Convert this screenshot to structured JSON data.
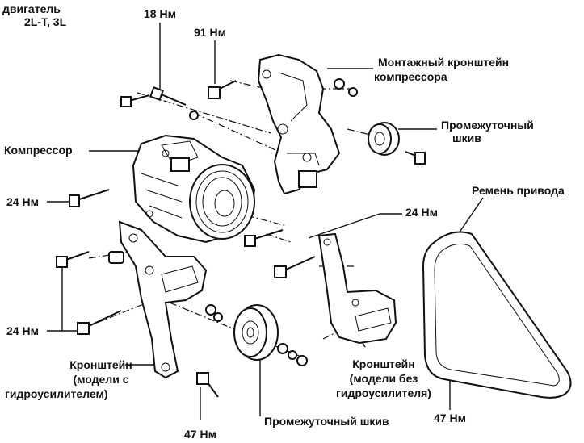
{
  "title": {
    "line1": "двигатель",
    "line2": "2L-T, 3L"
  },
  "torques": {
    "t18": "18 Нм",
    "t91": "91 Нм",
    "t24_left": "24 Нм",
    "t24_left_low": "24 Нм",
    "t24_right": "24 Нм",
    "t47_left": "47 Нм",
    "t47_right": "47 Нм"
  },
  "labels": {
    "compressor": "Компрессор",
    "mount_bracket_1": "Монтажный кронштейн",
    "mount_bracket_2": "компрессора",
    "idler_top_1": "Промежуточный",
    "idler_top_2": "шкив",
    "belt": "Ремень привода",
    "bracket_ps_1": "Кронштейн",
    "bracket_ps_2": "(модели с",
    "bracket_ps_3": "гидроусилителем)",
    "bracket_nops_1": "Кронштейн",
    "bracket_nops_2": "(модели без",
    "bracket_nops_3": "гидроусилителя)",
    "idler_bottom": "Промежуточный шкив"
  }
}
